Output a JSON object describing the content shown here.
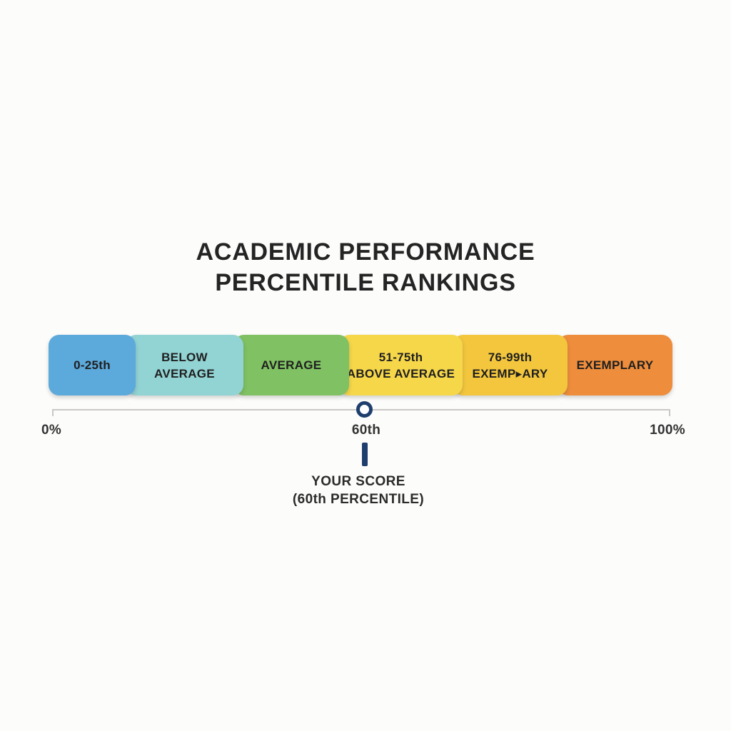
{
  "title": {
    "line1": "ACADEMIC PERFORMANCE",
    "line2": "PERCENTILE RANKINGS"
  },
  "bar": {
    "segments": [
      {
        "line1": "0-25th",
        "line2": "",
        "color": "#5ca9db"
      },
      {
        "line1": "BELOW",
        "line2": "AVERAGE",
        "color": "#92d3d4"
      },
      {
        "line1": "AVERAGE",
        "line2": "",
        "color": "#7fc163"
      },
      {
        "line1": "51-75th",
        "line2": "ABOVE AVERAGE",
        "color": "#f6d74a"
      },
      {
        "line1": "76-99th",
        "line2": "EXEMP▸ARY",
        "color": "#f3c63d"
      },
      {
        "line1": "EXEMPLARY",
        "line2": "",
        "color": "#ee8d3c"
      }
    ]
  },
  "scale": {
    "start_label": "0%",
    "marker_label": "60th",
    "end_label": "100%",
    "marker_position_percent": 60,
    "line_color": "#c9c8c6",
    "marker_color": "#1e3e6d"
  },
  "score": {
    "line1": "YOUR SCORE",
    "line2": "(60th PERCENTILE)"
  }
}
